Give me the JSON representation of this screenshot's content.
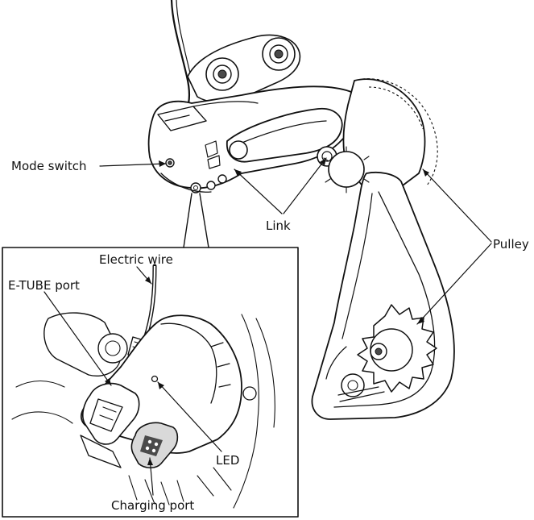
{
  "labels": {
    "mode_switch": "Mode switch",
    "link": "Link",
    "pulley": "Pulley",
    "electric_wire": "Electric wire",
    "etube_port": "E-TUBE port",
    "led": "LED",
    "charging_port": "Charging port"
  },
  "colors": {
    "ink": "#111111",
    "fill_light": "#d9d9d9",
    "fill_dark": "#4a4a4a",
    "background": "#ffffff"
  }
}
